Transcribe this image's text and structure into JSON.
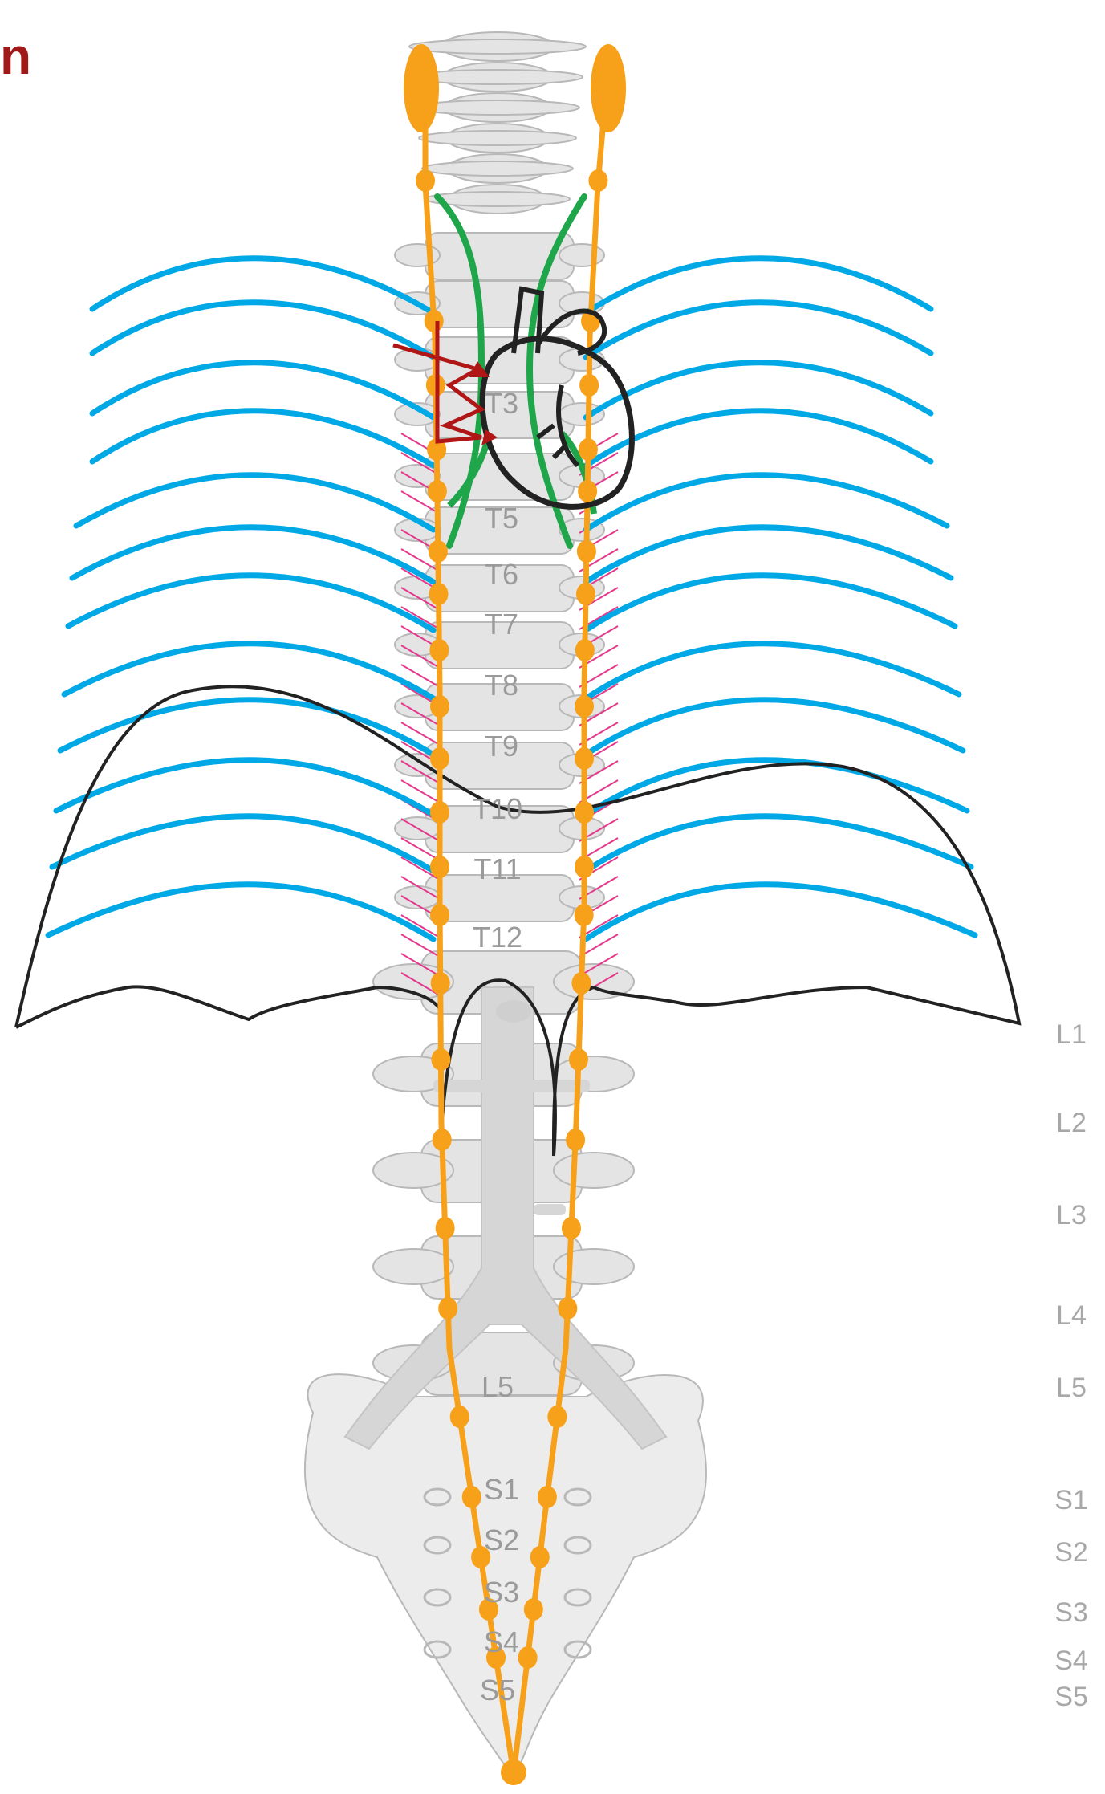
{
  "title_fragment": "n",
  "vertebra_labels_on_spine": [
    "T3",
    "T5",
    "T6",
    "T7",
    "T8",
    "T9",
    "T10",
    "T11",
    "T12",
    "L5",
    "S1",
    "S2",
    "S3",
    "S4",
    "S5"
  ],
  "side_labels": [
    "L1",
    "L2",
    "L3",
    "L4",
    "L5",
    "S1",
    "S2",
    "S3",
    "S4",
    "S5"
  ],
  "colors": {
    "spinal_nerves": "#00a9e6",
    "sympathetic_chain": "#f7a01a",
    "cardiac_nerves": "#1fa64a",
    "rami": "#e33a8c",
    "pain_arrows": "#b01616",
    "outline": "#222222",
    "bone": "#e4e4e4",
    "bone_edge": "#b8b8b8",
    "aorta": "#d6d6d6"
  },
  "icons": [
    "heart-icon",
    "aorta-icon",
    "diaphragm-outline",
    "lightning-arrows-icon"
  ]
}
